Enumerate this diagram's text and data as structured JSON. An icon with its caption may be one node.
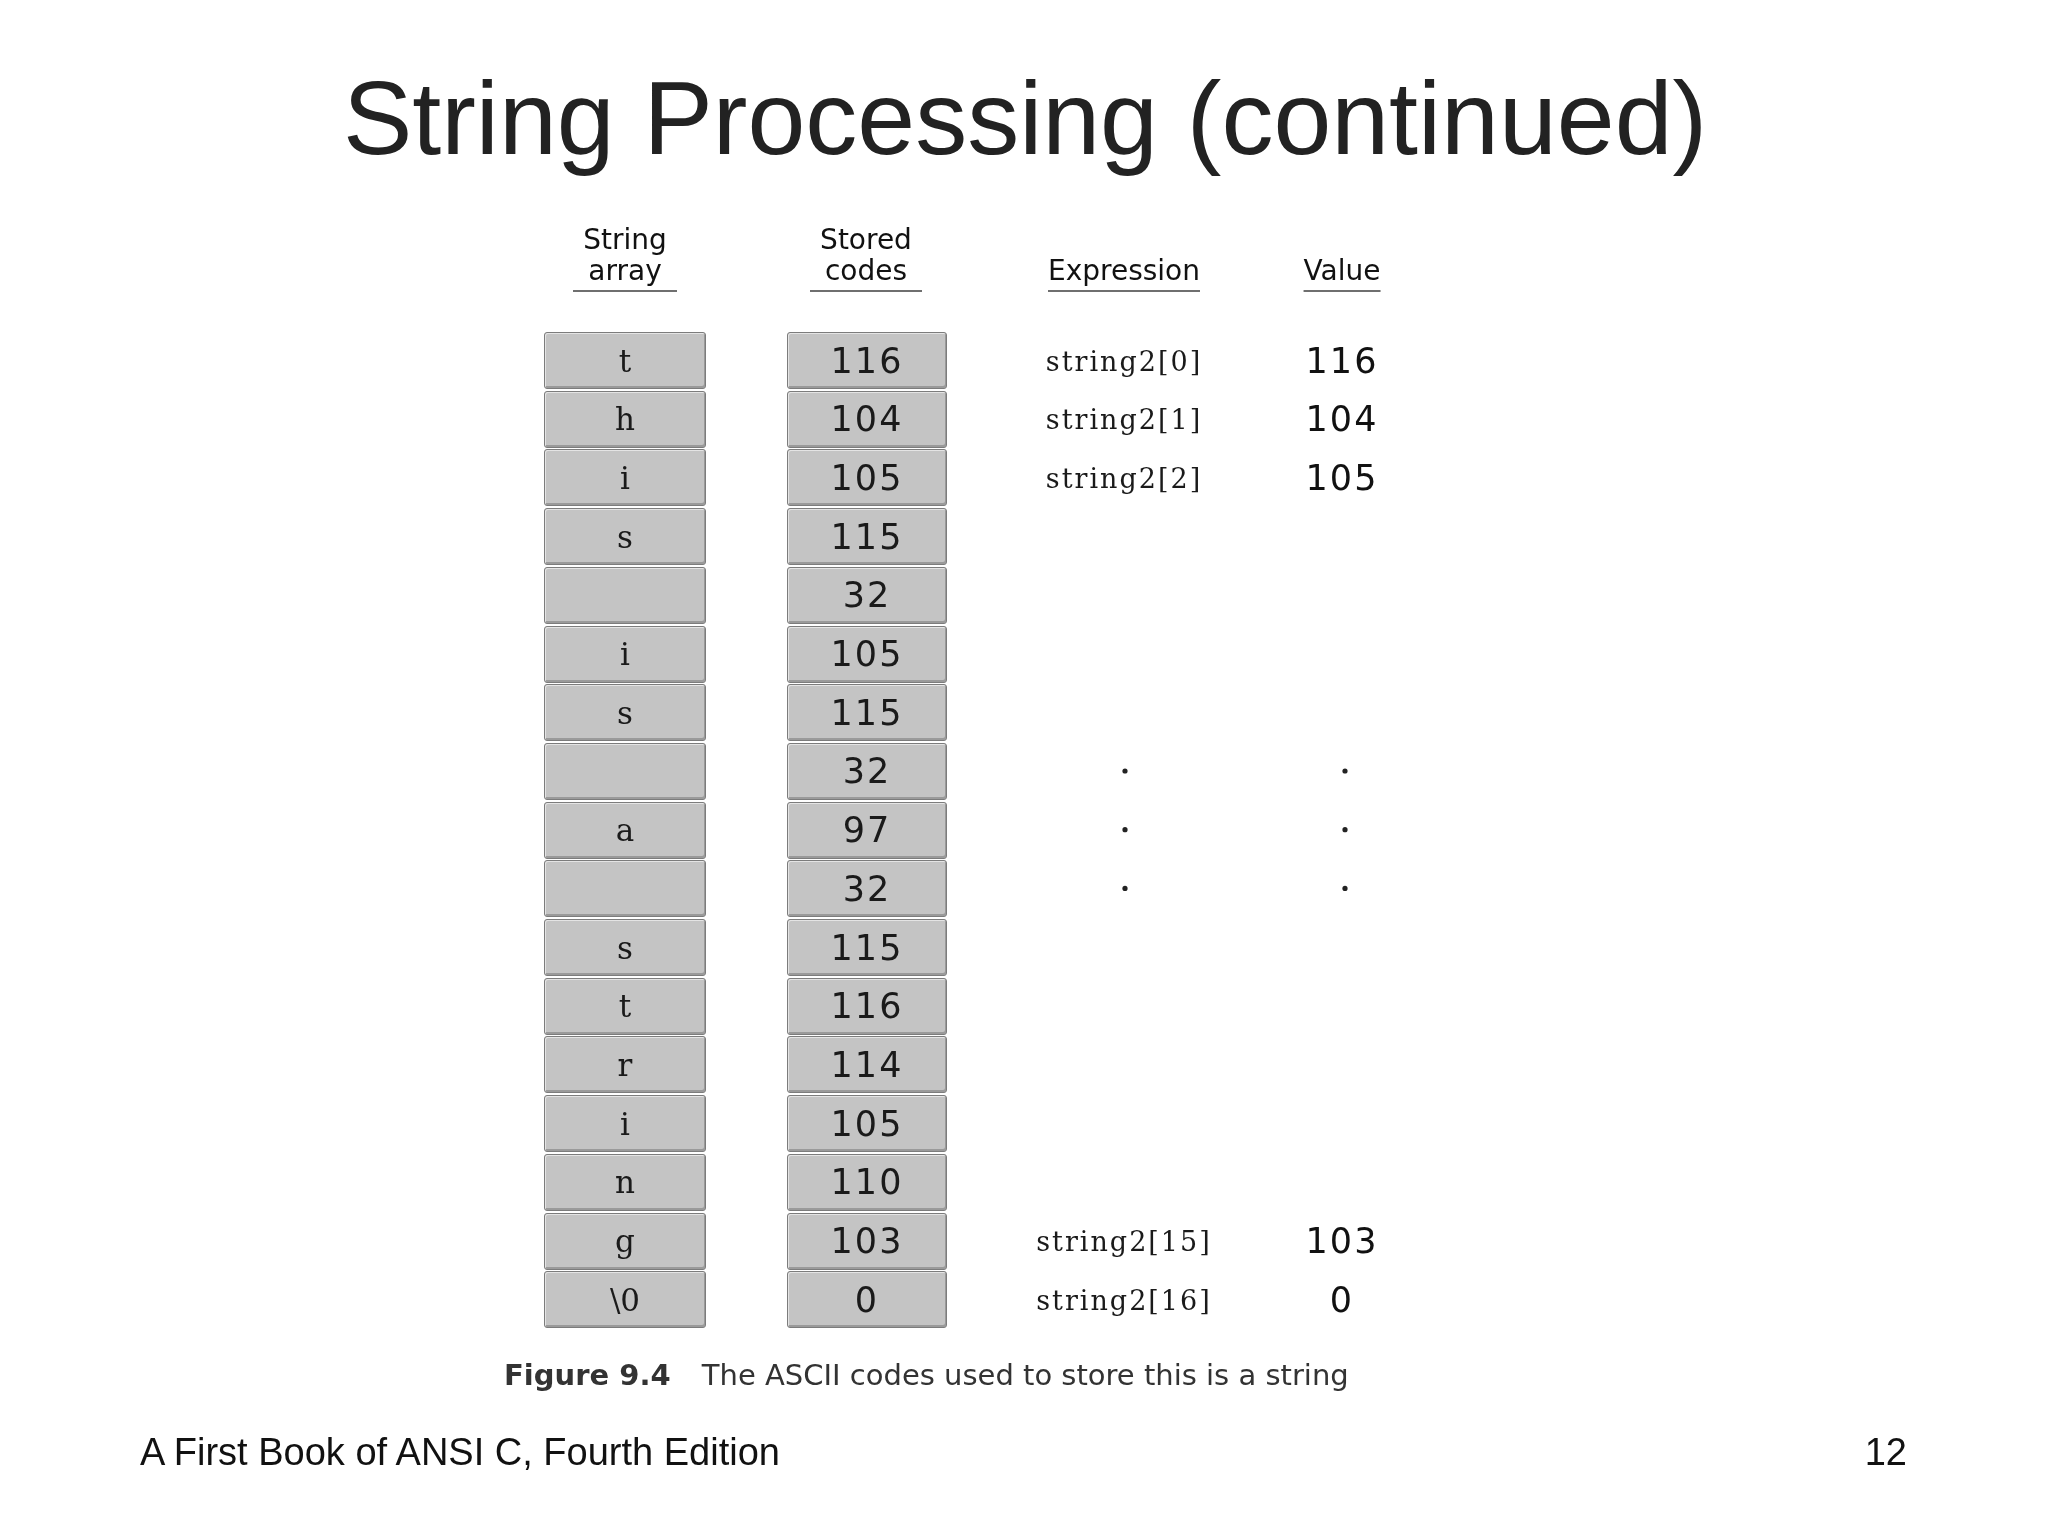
{
  "diagram": {
    "title": "String Processing (continued)",
    "caption": "**Figure 9.4** The ASCII codes used to store this is a string",
    "nodes": [
      {
        "text": [
          "t"
        ]
      },
      {
        "text": [
          "116"
        ]
      },
      {
        "text": [
          "h"
        ]
      },
      {
        "text": [
          "104"
        ]
      },
      {
        "text": [
          "i"
        ]
      },
      {
        "text": [
          "105"
        ]
      },
      {
        "text": [
          "s"
        ]
      },
      {
        "text": [
          "115"
        ]
      },
      {
        "text": [],
        "shape": "box"
      },
      {
        "text": [
          "32"
        ]
      },
      {
        "text": [
          "i"
        ]
      },
      {
        "text": [
          "105"
        ]
      },
      {
        "text": [
          "s"
        ]
      },
      {
        "text": [
          "115"
        ]
      },
      {
        "text": [],
        "shape": "box"
      },
      {
        "text": [
          "32"
        ]
      },
      {
        "text": [
          "a"
        ]
      },
      {
        "text": [
          "97"
        ]
      },
      {
        "text": [],
        "shape": "box"
      },
      {
        "text": [
          "32"
        ]
      },
      {
        "text": [
          "s"
        ]
      },
      {
        "text": [
          "115"
        ]
      },
      {
        "text": [
          "t"
        ]
      },
      {
        "text": [
          "116"
        ]
      },
      {
        "text": [
          "r"
        ]
      },
      {
        "text": [
          "114"
        ]
      },
      {
        "text": [
          "i"
        ]
      },
      {
        "text": [
          "105"
        ]
      },
      {
        "text": [
          "n"
        ]
      },
      {
        "text": [
          "110"
        ]
      },
      {
        "text": [
          "g"
        ]
      },
      {
        "text": [
          "103"
        ]
      },
      {
        "text": [
          "\\0"
        ]
      },
      {
        "text": [
          "0"
        ]
      }
    ],
    "edges": [],
    "labels": [
      "String array",
      "Stored codes",
      "Expression",
      "Value",
      "string2[0]",
      "116",
      "string2[1]",
      "104",
      "string2[2]",
      "105",
      "string2[15]",
      "103",
      "string2[16]",
      "0",
      "A First Book of ANSI C, Fourth Edition",
      "12"
    ]
  }
}
